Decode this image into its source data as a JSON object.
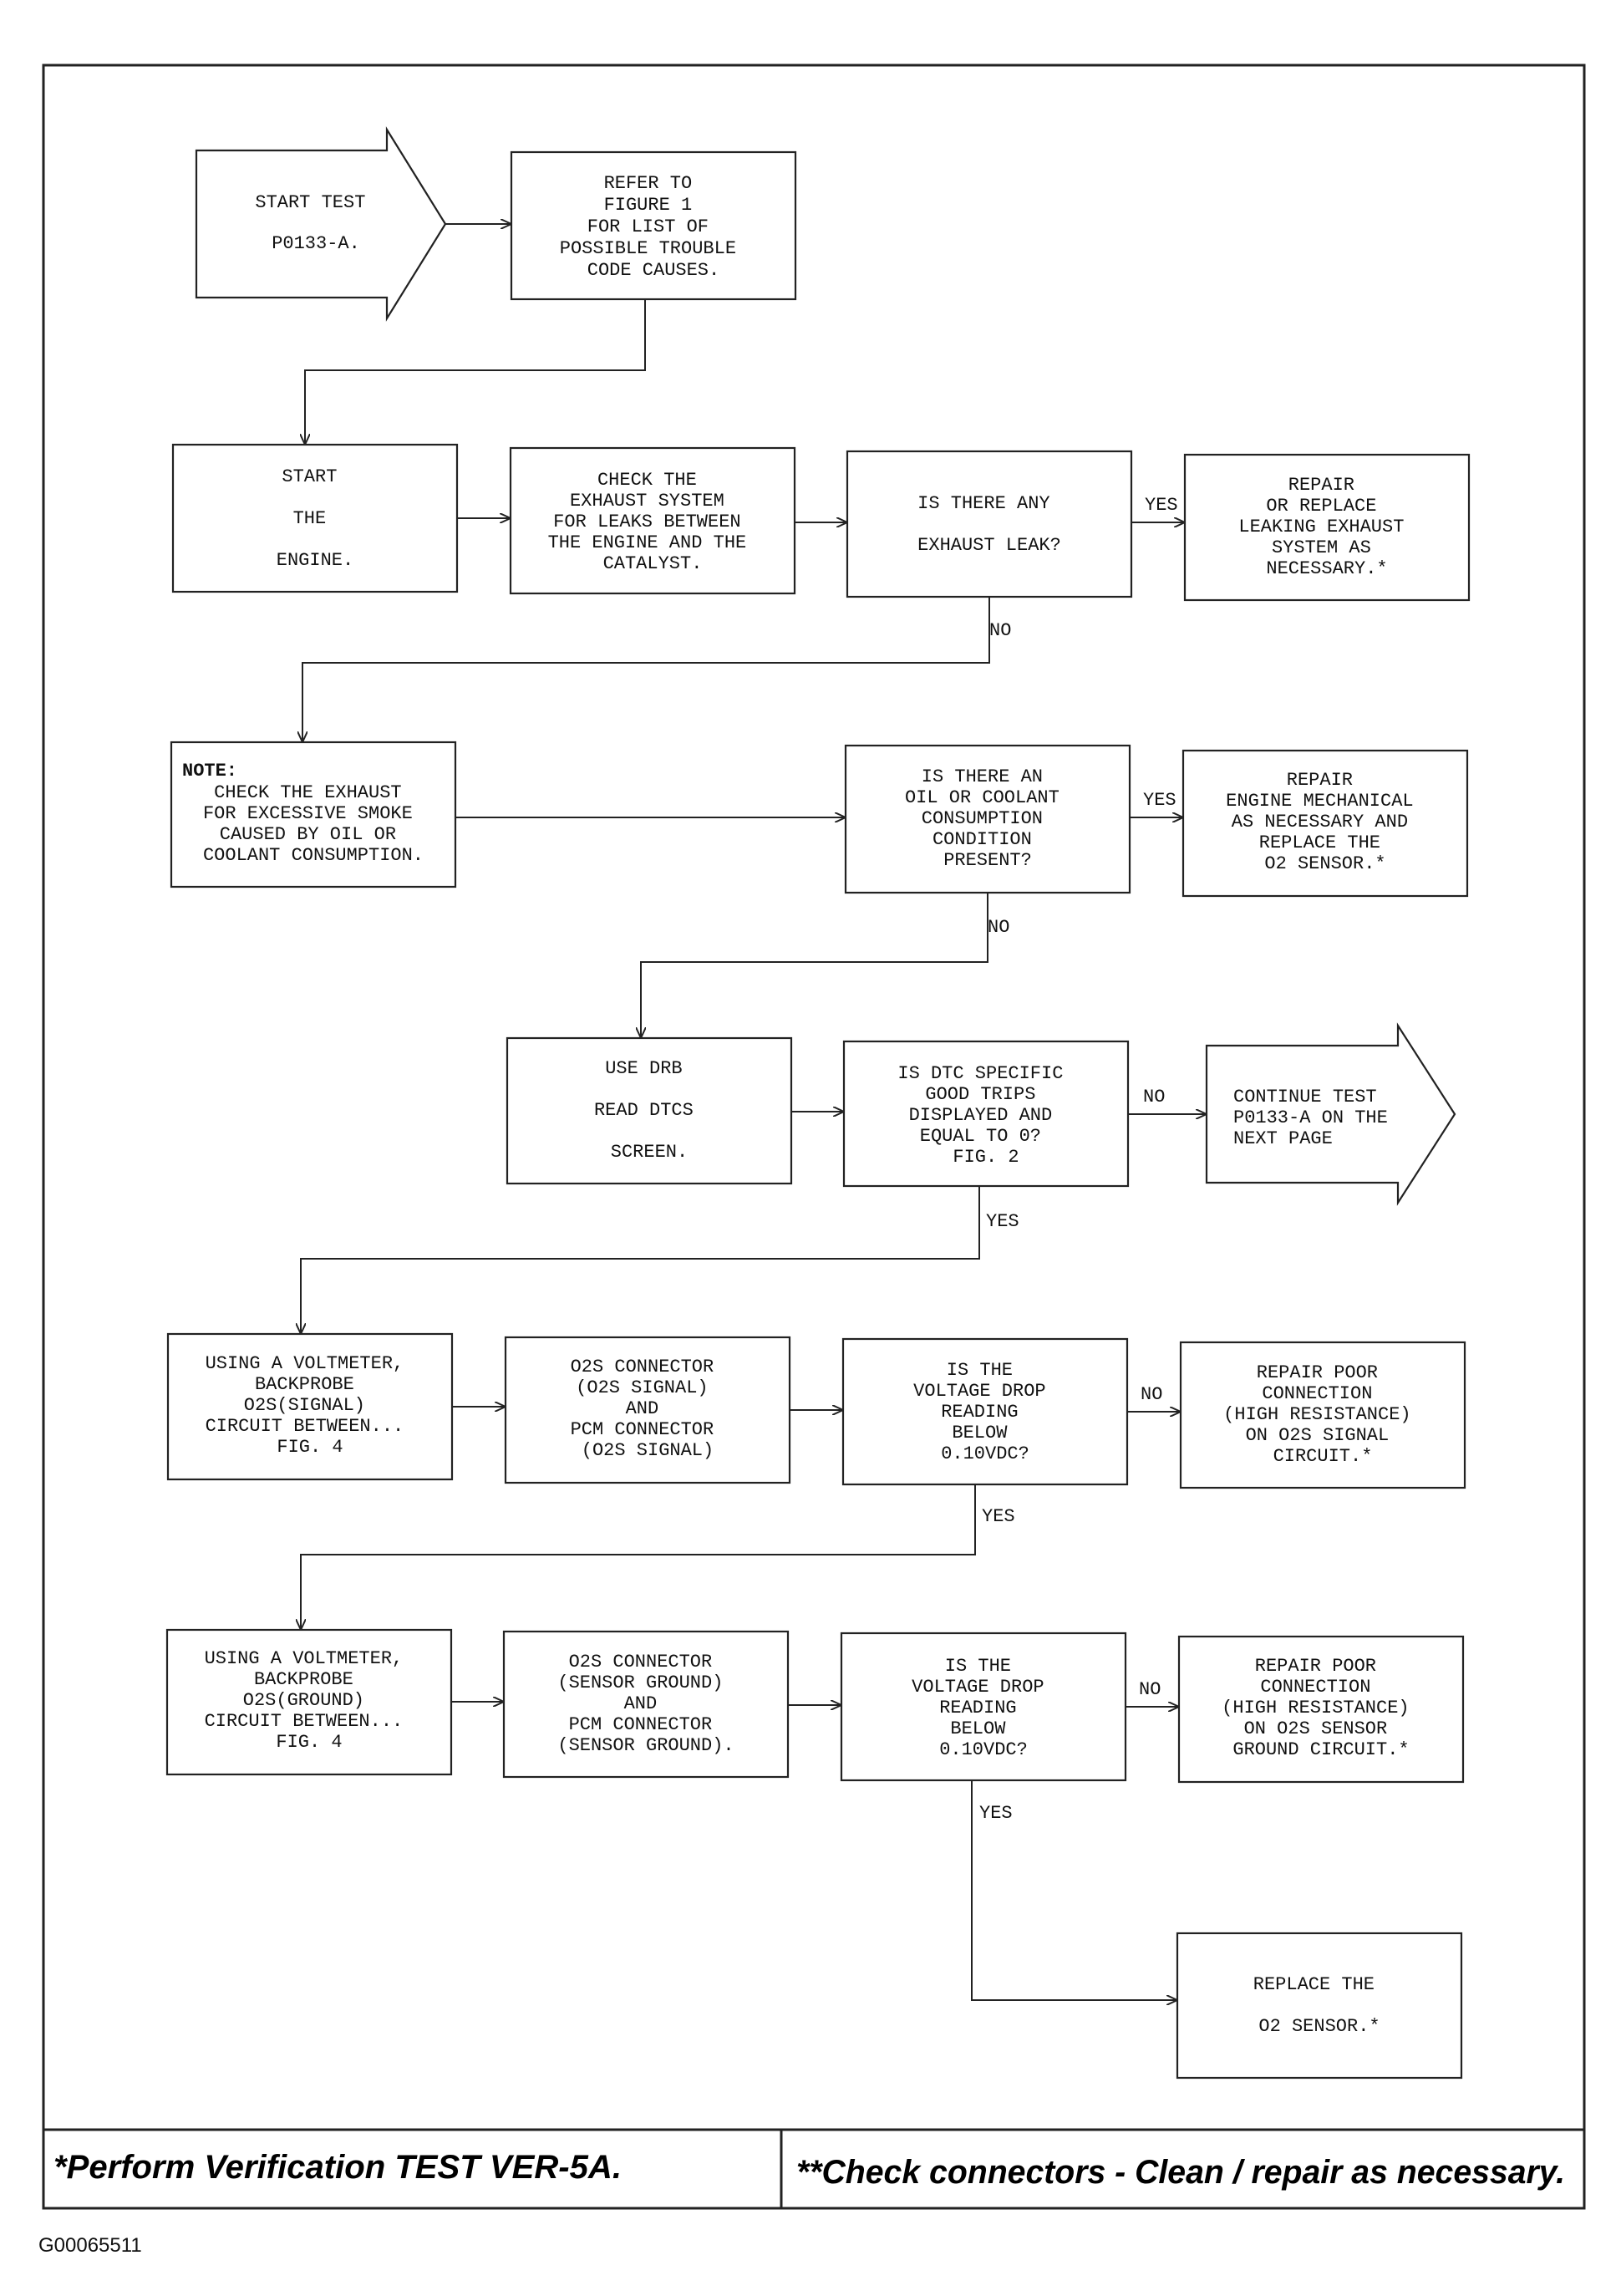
{
  "flowchart": {
    "start": {
      "lines": [
        "START TEST",
        "P0133-A."
      ]
    },
    "refer": {
      "lines": [
        "REFER TO",
        "FIGURE 1",
        "FOR LIST OF",
        "POSSIBLE TROUBLE",
        "CODE CAUSES."
      ]
    },
    "start_engine": {
      "lines": [
        "START",
        "THE",
        "ENGINE."
      ]
    },
    "check_exhaust": {
      "lines": [
        "CHECK THE",
        "EXHAUST SYSTEM",
        "FOR LEAKS BETWEEN",
        "THE ENGINE AND THE",
        "CATALYST."
      ]
    },
    "q_exhaust_leak": {
      "lines": [
        "IS THERE ANY",
        "EXHAUST LEAK?"
      ]
    },
    "repair_exhaust": {
      "lines": [
        "REPAIR",
        "OR REPLACE",
        "LEAKING EXHAUST",
        "SYSTEM AS",
        "NECESSARY.*"
      ]
    },
    "note": {
      "title": "NOTE:",
      "lines": [
        "CHECK THE EXHAUST",
        "FOR EXCESSIVE SMOKE",
        "CAUSED BY OIL OR",
        "COOLANT CONSUMPTION."
      ]
    },
    "q_oil": {
      "lines": [
        "IS THERE AN",
        "OIL OR COOLANT",
        "CONSUMPTION",
        "CONDITION",
        "PRESENT?"
      ]
    },
    "repair_engine": {
      "lines": [
        "REPAIR",
        "ENGINE MECHANICAL",
        "AS NECESSARY AND",
        "REPLACE THE",
        "O2 SENSOR.*"
      ]
    },
    "use_drb": {
      "lines": [
        "USE DRB",
        "READ DTCS",
        "SCREEN."
      ]
    },
    "q_dtc": {
      "lines": [
        "IS DTC SPECIFIC",
        "GOOD TRIPS",
        "DISPLAYED AND",
        "EQUAL TO 0?",
        "FIG. 2"
      ]
    },
    "continue": {
      "lines": [
        "CONTINUE TEST",
        "P0133-A ON THE",
        "NEXT PAGE"
      ]
    },
    "voltmeter_signal": {
      "lines": [
        "USING A VOLTMETER,",
        "BACKPROBE",
        "O2S(SIGNAL)",
        "CIRCUIT BETWEEN...",
        "FIG. 4"
      ]
    },
    "conn_signal": {
      "lines": [
        "O2S CONNECTOR",
        "(O2S SIGNAL)",
        "AND",
        "PCM CONNECTOR",
        "(O2S SIGNAL)"
      ]
    },
    "q_vdrop1": {
      "lines": [
        "IS THE",
        "VOLTAGE DROP",
        "READING",
        "BELOW",
        "0.10VDC?"
      ]
    },
    "repair_signal": {
      "lines": [
        "REPAIR POOR",
        "CONNECTION",
        "(HIGH RESISTANCE)",
        "ON O2S SIGNAL",
        "CIRCUIT.*"
      ]
    },
    "voltmeter_ground": {
      "lines": [
        "USING A VOLTMETER,",
        "BACKPROBE",
        "O2S(GROUND)",
        "CIRCUIT BETWEEN...",
        "FIG. 4"
      ]
    },
    "conn_ground": {
      "lines": [
        "O2S CONNECTOR",
        "(SENSOR GROUND)",
        "AND",
        "PCM CONNECTOR",
        "(SENSOR GROUND)."
      ]
    },
    "q_vdrop2": {
      "lines": [
        "IS THE",
        "VOLTAGE DROP",
        "READING",
        "BELOW",
        "0.10VDC?"
      ]
    },
    "repair_ground": {
      "lines": [
        "REPAIR POOR",
        "CONNECTION",
        "(HIGH RESISTANCE)",
        "ON O2S SENSOR",
        "GROUND CIRCUIT.*"
      ]
    },
    "replace_sensor": {
      "lines": [
        "REPLACE THE",
        "O2 SENSOR.*"
      ]
    }
  },
  "edge_labels": {
    "yes": "YES",
    "no": "NO"
  },
  "footer": {
    "left": "*Perform Verification TEST VER-5A.",
    "right": "**Check connectors - Clean / repair as necessary."
  },
  "figure_id": "G00065511"
}
